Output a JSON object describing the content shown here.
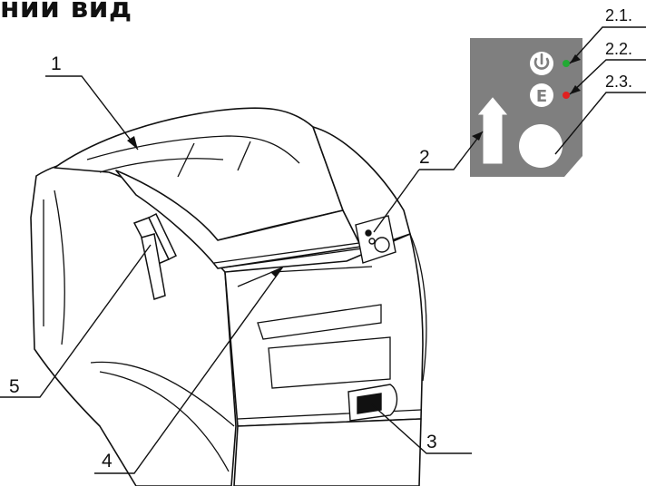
{
  "heading": "ний вид",
  "callouts": {
    "c1": "1",
    "c2": "2",
    "c3": "3",
    "c4": "4",
    "c5": "5",
    "c21": "2.1.",
    "c22": "2.2.",
    "c23": "2.3."
  },
  "panel": {
    "error_letter": "E"
  },
  "colors": {
    "panel_gray": "#7f7f7f",
    "power_led": "#22aa33",
    "error_led": "#e02020",
    "line": "#111111"
  },
  "icons": [
    "power-icon",
    "error-icon",
    "paper-feed-arrow-icon",
    "feed-button"
  ]
}
